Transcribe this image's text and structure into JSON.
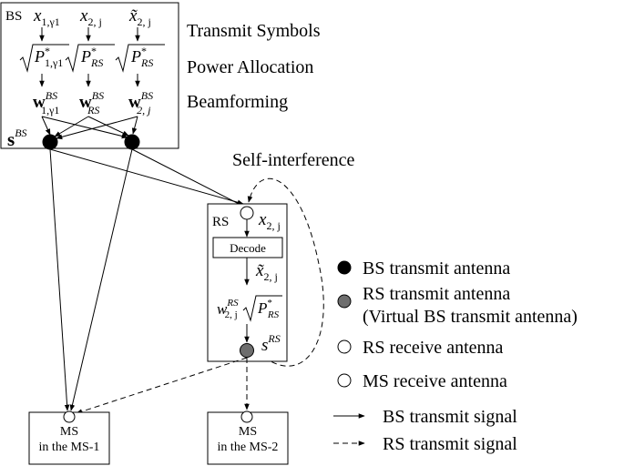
{
  "bs_box": {
    "label": "BS",
    "signal_label": "s",
    "signal_sup": "BS",
    "columns": [
      {
        "symbol": "x",
        "symbol_sub": "1,γ1",
        "power_sub": "1,γ1",
        "beam_sub": "1,γ1",
        "tilde": false
      },
      {
        "symbol": "x",
        "symbol_sub": "2, j",
        "power_sub": "RS",
        "beam_sub": "RS",
        "tilde": false
      },
      {
        "symbol": "x̃",
        "symbol_sub": "2, j",
        "power_sub": "RS",
        "beam_sub": "2, j",
        "tilde": true
      }
    ],
    "power_symbol": "P",
    "power_star": "*",
    "beam_symbol": "w",
    "beam_sup": "BS"
  },
  "stage_labels": {
    "transmit_symbols": "Transmit Symbols",
    "power_allocation": "Power Allocation",
    "beamforming": "Beamforming"
  },
  "self_interference_label": "Self-interference",
  "rs_box": {
    "label": "RS",
    "input_symbol": "x",
    "input_sub": "2, j",
    "decode_label": "Decode",
    "decoded_symbol": "x̃",
    "decoded_sub": "2, j",
    "weight_symbol": "w",
    "weight_sub": "2, j",
    "weight_sup": "RS",
    "power_symbol": "P",
    "power_sub": "RS",
    "power_star": "*",
    "signal_label": "s",
    "signal_sup": "RS"
  },
  "ms_boxes": [
    {
      "title": "MS",
      "subtitle": "in the MS-1"
    },
    {
      "title": "MS",
      "subtitle": "in the MS-2"
    }
  ],
  "legend": {
    "items": [
      {
        "label": "BS transmit antenna",
        "fill": "#000000"
      },
      {
        "label": "RS transmit antenna",
        "label2": "(Virtual BS transmit antenna)",
        "fill": "#6e6e6e"
      },
      {
        "label": "RS receive antenna",
        "fill": "#ffffff"
      },
      {
        "label": "MS receive antenna",
        "fill": "#ffffff"
      }
    ],
    "lines": [
      {
        "label": "BS transmit signal",
        "style": "solid"
      },
      {
        "label": "RS transmit signal",
        "style": "dashed"
      }
    ]
  }
}
